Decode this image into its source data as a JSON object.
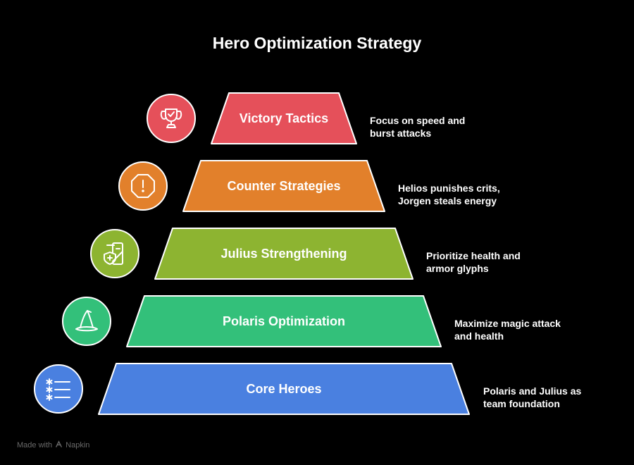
{
  "title": "Hero Optimization Strategy",
  "tiers": [
    {
      "label": "Victory Tactics",
      "color": "#e5505a",
      "icon": "trophy-icon",
      "desc_line1": "Focus on speed and",
      "desc_line2": "burst attacks"
    },
    {
      "label": "Counter Strategies",
      "color": "#e2802b",
      "icon": "warning-octagon-icon",
      "desc_line1": "Helios punishes crits,",
      "desc_line2": "Jorgen steals energy"
    },
    {
      "label": "Julius Strengthening",
      "color": "#8db431",
      "icon": "armor-glyph-icon",
      "desc_line1": "Prioritize health and",
      "desc_line2": "armor glyphs"
    },
    {
      "label": "Polaris Optimization",
      "color": "#33c07a",
      "icon": "wizard-hat-icon",
      "desc_line1": "Maximize magic attack",
      "desc_line2": "and health"
    },
    {
      "label": "Core Heroes",
      "color": "#4a80e0",
      "icon": "list-icon",
      "desc_line1": "Polaris and Julius as",
      "desc_line2": "team foundation"
    }
  ],
  "footer": {
    "made_with": "Made with",
    "brand": "Napkin"
  }
}
